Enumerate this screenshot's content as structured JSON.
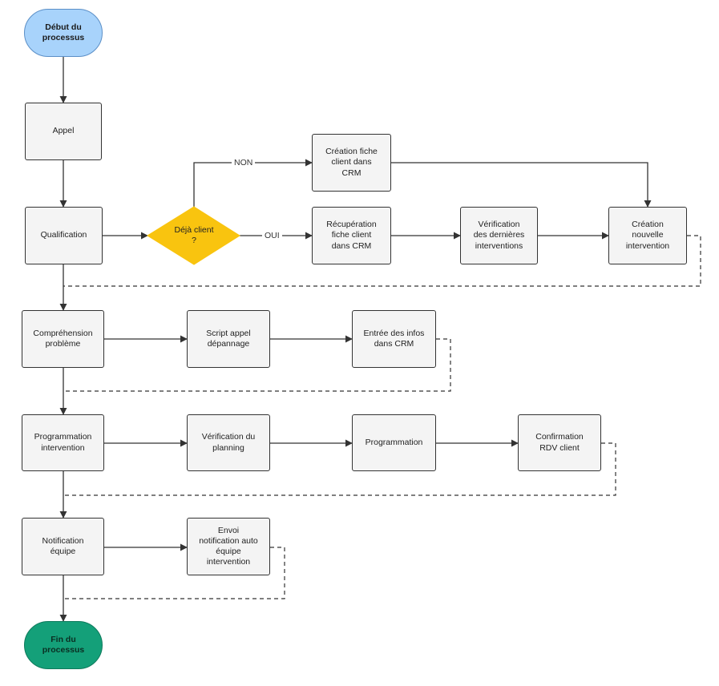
{
  "colors": {
    "start_fill": "#a8d3fb",
    "end_fill": "#14a079",
    "decision_fill": "#f9c40f",
    "process_fill": "#f4f4f4",
    "stroke": "#333333"
  },
  "nodes": {
    "start": "Début du\nprocessus",
    "appel": "Appel",
    "qualification": "Qualification",
    "decision": "Déjà client\n?",
    "creation_fiche": "Création fiche\nclient dans\nCRM",
    "recuperation_fiche": "Récupération\nfiche client\ndans CRM",
    "verification_interventions": "Vérification\ndes dernières\ninterventions",
    "creation_intervention": "Création\nnouvelle\nintervention",
    "comprehension": "Compréhension\nproblème",
    "script_appel": "Script appel\ndépannage",
    "entree_infos": "Entrée des infos\ndans CRM",
    "programmation_intervention": "Programmation\nintervention",
    "verification_planning": "Vérification du\nplanning",
    "programmation": "Programmation",
    "confirmation_rdv": "Confirmation\nRDV client",
    "notification_equipe": "Notification\néquipe",
    "envoi_notification": "Envoi\nnotification auto\néquipe\nintervention",
    "end": "Fin du\nprocessus"
  },
  "edge_labels": {
    "non": "NON",
    "oui": "OUI"
  }
}
